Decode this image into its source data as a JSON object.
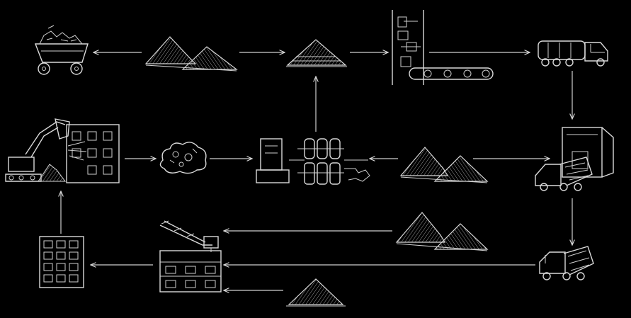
{
  "diagram": {
    "background": "#000000",
    "line_color": "#d9d9d9",
    "nodes": [
      {
        "id": "mine-cart",
        "icon": "mine-cart-icon"
      },
      {
        "id": "raw-material-piles",
        "icon": "material-piles-icon"
      },
      {
        "id": "crushed-material-pile",
        "icon": "material-pile-icon"
      },
      {
        "id": "conveyor-crusher",
        "icon": "conveyor-icon"
      },
      {
        "id": "transport-truck",
        "icon": "truck-icon"
      },
      {
        "id": "demolition-excavator",
        "icon": "excavator-icon"
      },
      {
        "id": "debris-cloud",
        "icon": "debris-icon"
      },
      {
        "id": "processing-plant",
        "icon": "processing-plant-icon"
      },
      {
        "id": "aggregate-piles",
        "icon": "aggregate-piles-icon"
      },
      {
        "id": "concrete-plant-mixer",
        "icon": "concrete-plant-icon"
      },
      {
        "id": "finished-building",
        "icon": "building-icon"
      },
      {
        "id": "construction-site",
        "icon": "construction-crane-icon"
      },
      {
        "id": "secondary-aggregate-piles",
        "icon": "aggregate-piles-icon"
      },
      {
        "id": "mixer-truck",
        "icon": "mixer-truck-icon"
      },
      {
        "id": "sand-pile",
        "icon": "sand-pile-icon"
      }
    ],
    "edges": [
      {
        "from": "raw-material-piles",
        "to": "mine-cart"
      },
      {
        "from": "raw-material-piles",
        "to": "crushed-material-pile"
      },
      {
        "from": "crushed-material-pile",
        "to": "conveyor-crusher"
      },
      {
        "from": "conveyor-crusher",
        "to": "transport-truck"
      },
      {
        "from": "transport-truck",
        "to": "concrete-plant-mixer"
      },
      {
        "from": "processing-plant",
        "to": "crushed-material-pile"
      },
      {
        "from": "demolition-excavator",
        "to": "debris-cloud"
      },
      {
        "from": "debris-cloud",
        "to": "processing-plant"
      },
      {
        "from": "aggregate-piles",
        "to": "processing-plant"
      },
      {
        "from": "aggregate-piles",
        "to": "concrete-plant-mixer"
      },
      {
        "from": "concrete-plant-mixer",
        "to": "mixer-truck"
      },
      {
        "from": "mixer-truck",
        "to": "construction-site"
      },
      {
        "from": "secondary-aggregate-piles",
        "to": "construction-site"
      },
      {
        "from": "sand-pile",
        "to": "construction-site"
      },
      {
        "from": "construction-site",
        "to": "finished-building"
      },
      {
        "from": "finished-building",
        "to": "demolition-excavator"
      }
    ]
  }
}
